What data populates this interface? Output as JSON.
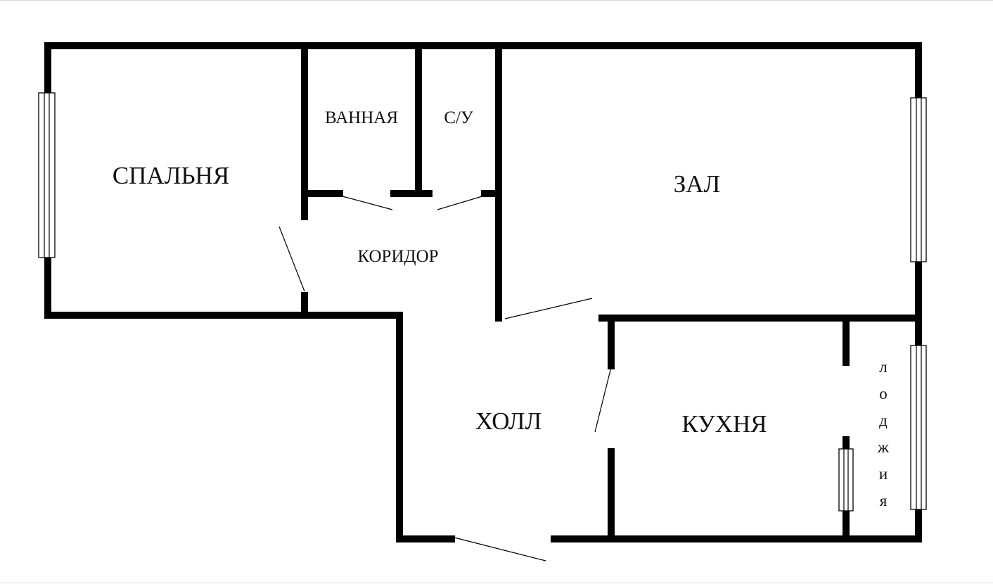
{
  "rooms": {
    "bedroom": "СПАЛЬНЯ",
    "bathroom": "ВАННАЯ",
    "wc": "С/У",
    "living": "ЗАЛ",
    "corridor": "КОРИДОР",
    "hall": "ХОЛЛ",
    "kitchen": "КУХНЯ",
    "loggia": [
      "л",
      "о",
      "д",
      "ж",
      "и",
      "я"
    ]
  }
}
